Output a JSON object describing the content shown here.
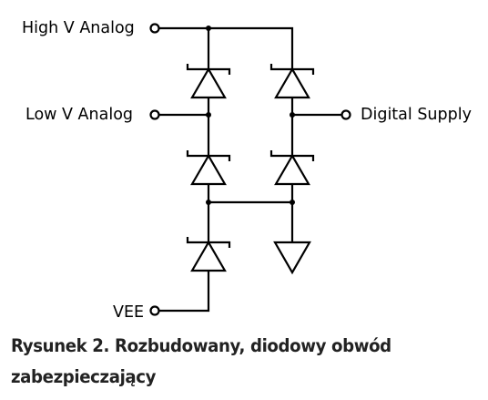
{
  "diagram": {
    "terminals": {
      "high_v_analog": "High V Analog",
      "low_v_analog": "Low V Analog",
      "digital_supply": "Digital Supply",
      "vee": "VEE"
    }
  },
  "caption": {
    "line1": "Rysunek 2. Rozbudowany, diodowy obwód",
    "line2": "zabezpieczający"
  },
  "colors": {
    "line": "#000000",
    "caption": "#222222",
    "background": "#ffffff"
  }
}
